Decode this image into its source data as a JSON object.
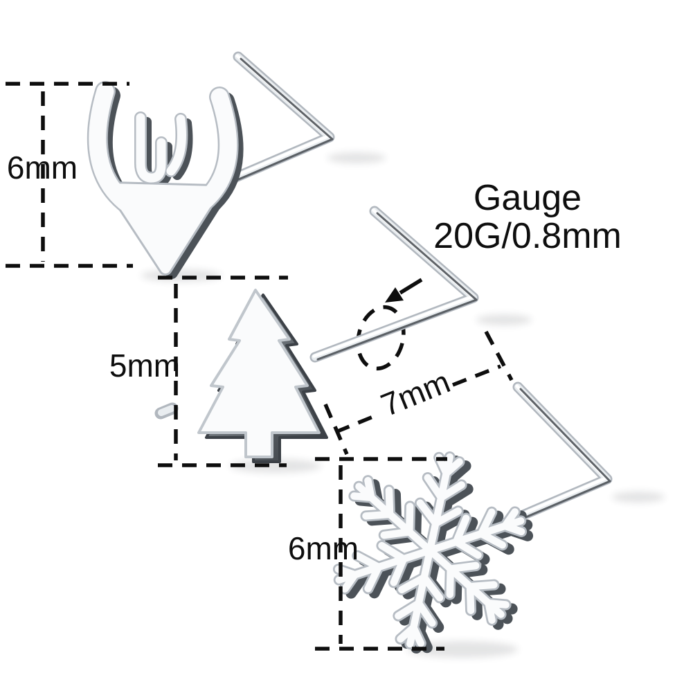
{
  "image": {
    "background": "#ffffff",
    "annotation_color": "#0e0e0e",
    "metal_light_color": "#fafbfc",
    "metal_mid_color": "#b6bcc3",
    "metal_dark_color": "#4c5258"
  },
  "annotations": {
    "deer_height_label": "6mm",
    "tree_height_label": "5mm",
    "snowflake_height_label": "6mm",
    "pin_length_label": "7mm",
    "gauge_title": "Gauge",
    "gauge_value": "20G/0.8mm"
  }
}
